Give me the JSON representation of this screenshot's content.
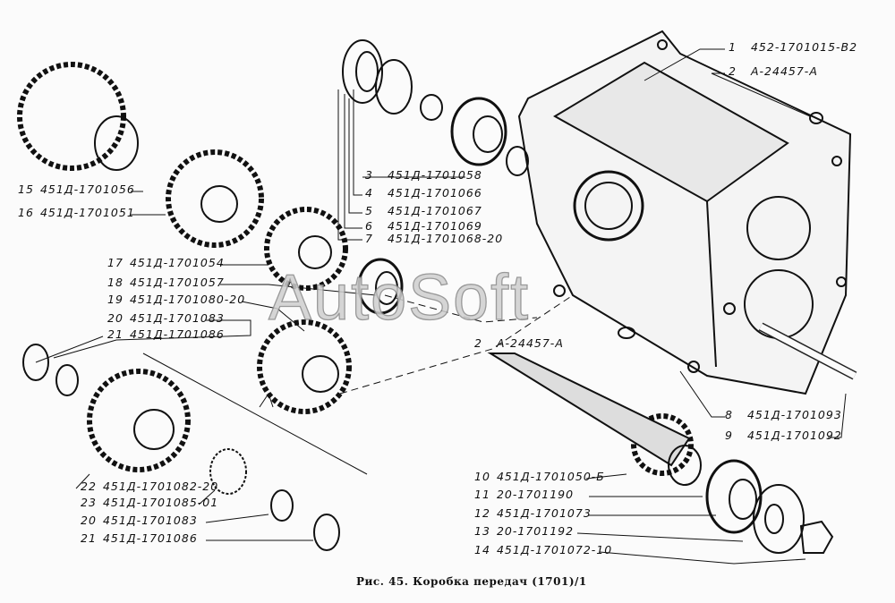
{
  "watermark": "AutoSoft",
  "caption": "Рис. 45. Коробка передач (1701)/1",
  "labels": [
    {
      "num": "1",
      "code": "452-1701015-В2"
    },
    {
      "num": "2",
      "code": "А-24457-А"
    },
    {
      "num": "3",
      "code": "451Д-1701058"
    },
    {
      "num": "4",
      "code": "451Д-1701066"
    },
    {
      "num": "5",
      "code": "451Д-1701067"
    },
    {
      "num": "6",
      "code": "451Д-1701069"
    },
    {
      "num": "7",
      "code": "451Д-1701068-20"
    },
    {
      "num": "8",
      "code": "451Д-1701093"
    },
    {
      "num": "9",
      "code": "451Д-1701092"
    },
    {
      "num": "10",
      "code": "451Д-1701050-Б"
    },
    {
      "num": "11",
      "code": "20-1701190"
    },
    {
      "num": "12",
      "code": "451Д-1701073"
    },
    {
      "num": "13",
      "code": "20-1701192"
    },
    {
      "num": "14",
      "code": "451Д-1701072-10"
    },
    {
      "num": "15",
      "code": "451Д-1701056"
    },
    {
      "num": "16",
      "code": "451Д-1701051"
    },
    {
      "num": "17",
      "code": "451Д-1701054"
    },
    {
      "num": "18",
      "code": "451Д-1701057"
    },
    {
      "num": "19",
      "code": "451Д-1701080-20"
    },
    {
      "num": "20",
      "code": "451Д-1701083"
    },
    {
      "num": "21",
      "code": "451Д-1701086"
    },
    {
      "num": "2",
      "code": "А-24457-А"
    },
    {
      "num": "22",
      "code": "451Д-1701082-20"
    },
    {
      "num": "23",
      "code": "451Д-1701085-01"
    },
    {
      "num": "20",
      "code": "451Д-1701083"
    },
    {
      "num": "21",
      "code": "451Д-1701086"
    }
  ]
}
